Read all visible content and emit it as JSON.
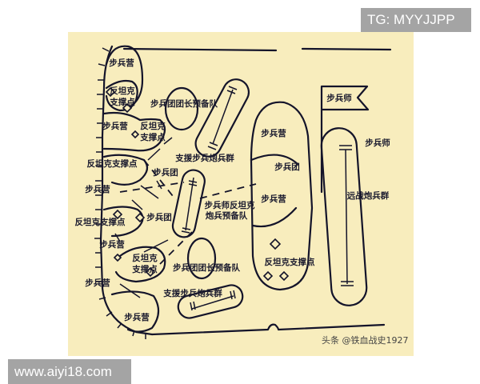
{
  "overlays": {
    "top_tag": "TG: MYYJJPP",
    "bottom_tag": "www.aiyi18.com",
    "watermark": "头条 @铁血战史1927"
  },
  "colors": {
    "paper": "#f8edbd",
    "ink": "#14142a",
    "tag_bg": "#a4a4a4"
  },
  "labels": {
    "bn1": "步兵营",
    "at1a": "反坦克",
    "at1b": "支撑点",
    "reg_reserve1": "步兵团团长预备队",
    "bn2": "步兵营",
    "at2a": "反坦克",
    "at2b": "支撑点",
    "support_art1": "支援步兵炮兵群",
    "at3": "反坦克支撑点",
    "reg1": "步兵团",
    "bn3": "步兵营",
    "div_at_a": "步兵师反坦克",
    "div_at_b": "炮兵预备队",
    "reg2": "步兵团",
    "at4": "反坦克支撑点",
    "bn4": "步兵营",
    "at5a": "反坦克",
    "at5b": "支撑点",
    "reg_reserve2": "步兵团团长预备队",
    "bn5": "步兵营",
    "support_art2": "支援步兵炮兵群",
    "bn6": "步兵营",
    "rear_bn1": "步兵营",
    "rear_reg": "步兵团",
    "rear_bn2": "步兵营",
    "rear_at": "反坦克支撑点",
    "div_flag": "步兵师",
    "div": "步兵师",
    "long_range_art": "远战炮兵群"
  }
}
